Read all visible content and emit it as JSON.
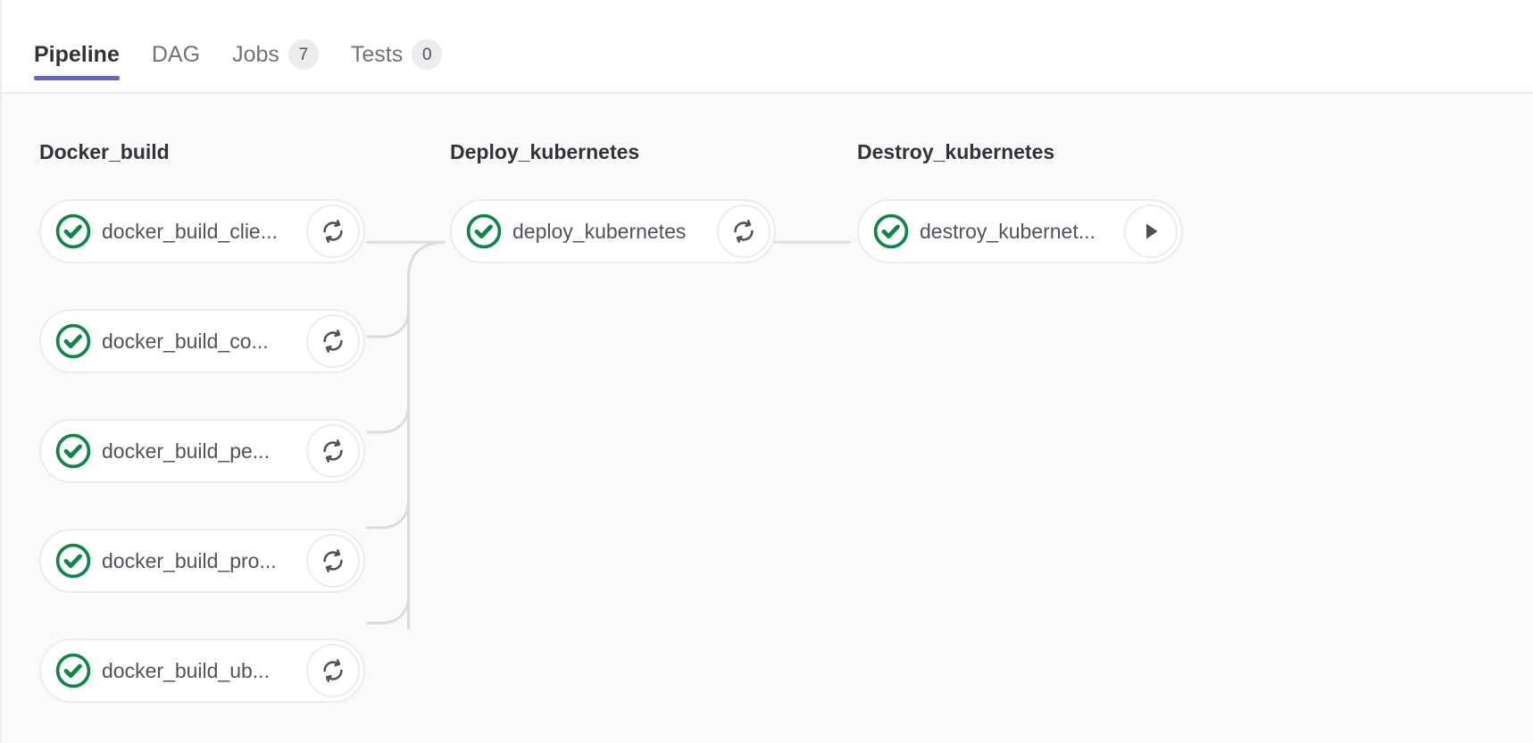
{
  "tabs": [
    {
      "label": "Pipeline",
      "badge": null,
      "active": true
    },
    {
      "label": "DAG",
      "badge": null,
      "active": false
    },
    {
      "label": "Jobs",
      "badge": "7",
      "active": false
    },
    {
      "label": "Tests",
      "badge": "0",
      "active": false
    }
  ],
  "stages": [
    {
      "name": "Docker_build",
      "jobs": [
        {
          "name": "docker_build_clie...",
          "status": "success",
          "action": "retry-icon"
        },
        {
          "name": "docker_build_co...",
          "status": "success",
          "action": "retry-icon"
        },
        {
          "name": "docker_build_pe...",
          "status": "success",
          "action": "retry-icon"
        },
        {
          "name": "docker_build_pro...",
          "status": "success",
          "action": "retry-icon"
        },
        {
          "name": "docker_build_ub...",
          "status": "success",
          "action": "retry-icon"
        }
      ]
    },
    {
      "name": "Deploy_kubernetes",
      "jobs": [
        {
          "name": "deploy_kubernetes",
          "status": "success",
          "action": "retry-icon"
        }
      ]
    },
    {
      "name": "Destroy_kubernetes",
      "jobs": [
        {
          "name": "destroy_kubernet...",
          "status": "success",
          "action": "play-icon"
        }
      ]
    }
  ],
  "colors": {
    "accent": "#6666c4",
    "success": "#108548",
    "border": "#ececef",
    "canvas": "#fafafa",
    "text": "#333238",
    "muted": "#737278",
    "link": "#dcdcde"
  }
}
